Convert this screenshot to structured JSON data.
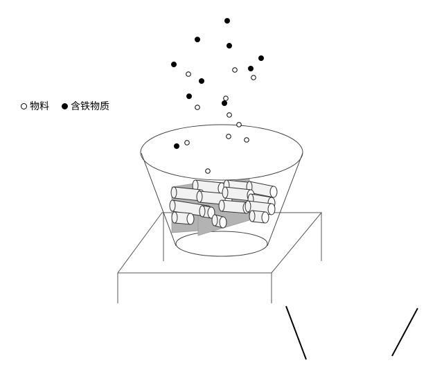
{
  "legend": {
    "material_symbol": "open-circle",
    "material_label": "物料",
    "iron_symbol": "filled-circle",
    "iron_label": "含铁物质"
  },
  "colors": {
    "line": "#000000",
    "plate_fill": "#b3b3b3",
    "rod_fill": "#f2f2f2"
  }
}
